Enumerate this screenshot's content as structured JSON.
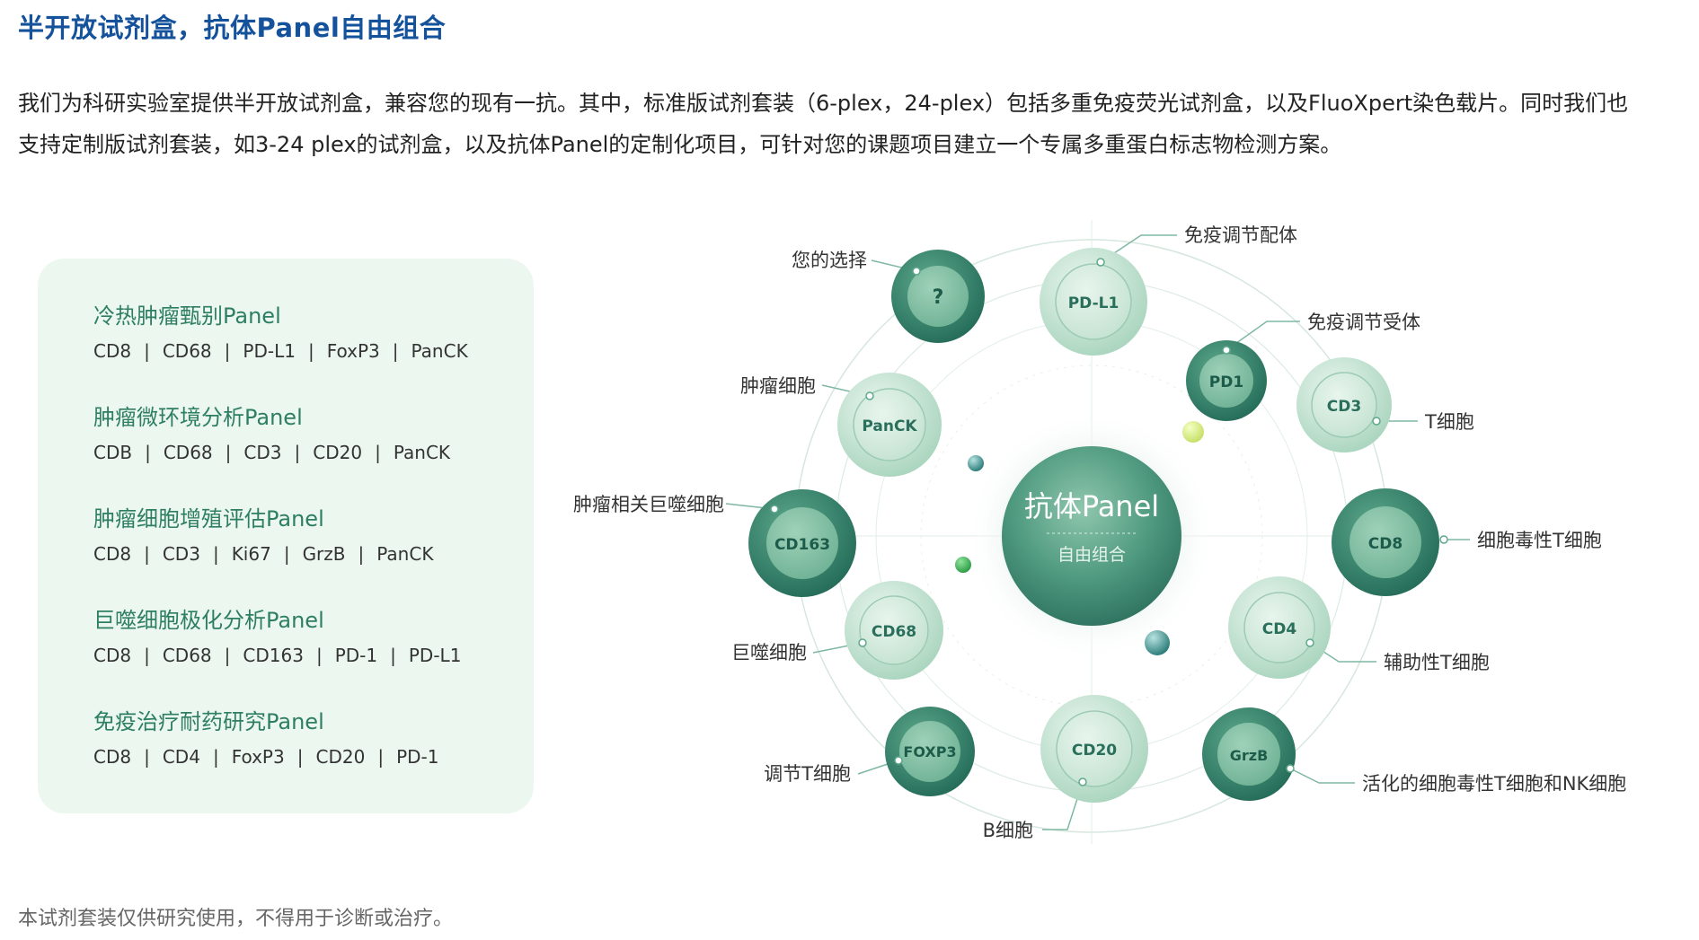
{
  "title": "半开放试剂盒，抗体Panel自由组合",
  "intro": [
    "我们为科研实验室提供半开放试剂盒，兼容您的现有一抗。其中，标准版试剂套装（6-plex，24-plex）包括多重免疫荧光试剂盒，以及FluoXpert染色载片。同时我们也",
    "支持定制版试剂套装，如3-24 plex的试剂盒，以及抗体Panel的定制化项目，可针对您的课题项目建立一个专属多重蛋白标志物检测方案。"
  ],
  "panels": [
    {
      "name": "冷热肿瘤甄别Panel",
      "markers": [
        "CD8",
        "CD68",
        "PD-L1",
        "FoxP3",
        "PanCK"
      ]
    },
    {
      "name": "肿瘤微环境分析Panel",
      "markers": [
        "CDB",
        "CD68",
        "CD3",
        "CD20",
        "PanCK"
      ]
    },
    {
      "name": "肿瘤细胞增殖评估Panel",
      "markers": [
        "CD8",
        "CD3",
        "Ki67",
        "GrzB",
        "PanCK"
      ]
    },
    {
      "name": "巨噬细胞极化分析Panel",
      "markers": [
        "CD8",
        "CD68",
        "CD163",
        "PD-1",
        "PD-L1"
      ]
    },
    {
      "name": "免疫治疗耐药研究Panel",
      "markers": [
        "CD8",
        "CD4",
        "FoxP3",
        "CD20",
        "PD-1"
      ]
    }
  ],
  "diagram": {
    "center_title": "抗体Panel",
    "center_subtitle": "自由组合",
    "nodes": [
      {
        "label": "?",
        "annotation": "您的选择"
      },
      {
        "label": "PD-L1",
        "annotation": "免疫调节配体"
      },
      {
        "label": "PD1",
        "annotation": "免疫调节受体"
      },
      {
        "label": "CD3",
        "annotation": "T细胞"
      },
      {
        "label": "PanCK",
        "annotation": "肿瘤细胞"
      },
      {
        "label": "CD163",
        "annotation": "肿瘤相关巨噬细胞"
      },
      {
        "label": "CD8",
        "annotation": "细胞毒性T细胞"
      },
      {
        "label": "CD68",
        "annotation": "巨噬细胞"
      },
      {
        "label": "CD4",
        "annotation": "辅助性T细胞"
      },
      {
        "label": "FOXP3",
        "annotation": "调节T细胞"
      },
      {
        "label": "CD20",
        "annotation": "B细胞"
      },
      {
        "label": "GrzB",
        "annotation": "活化的细胞毒性T细胞和NK细胞"
      }
    ]
  },
  "footer": "本试剂套装仅供研究使用，不得用于诊断或治疗。",
  "colors": {
    "title": "#15529c",
    "panel_text": "#2e7f62",
    "panel_bg": "#ecf7f0",
    "node_dark": "#2f7f6b",
    "node_light": "#cfe7d9"
  }
}
